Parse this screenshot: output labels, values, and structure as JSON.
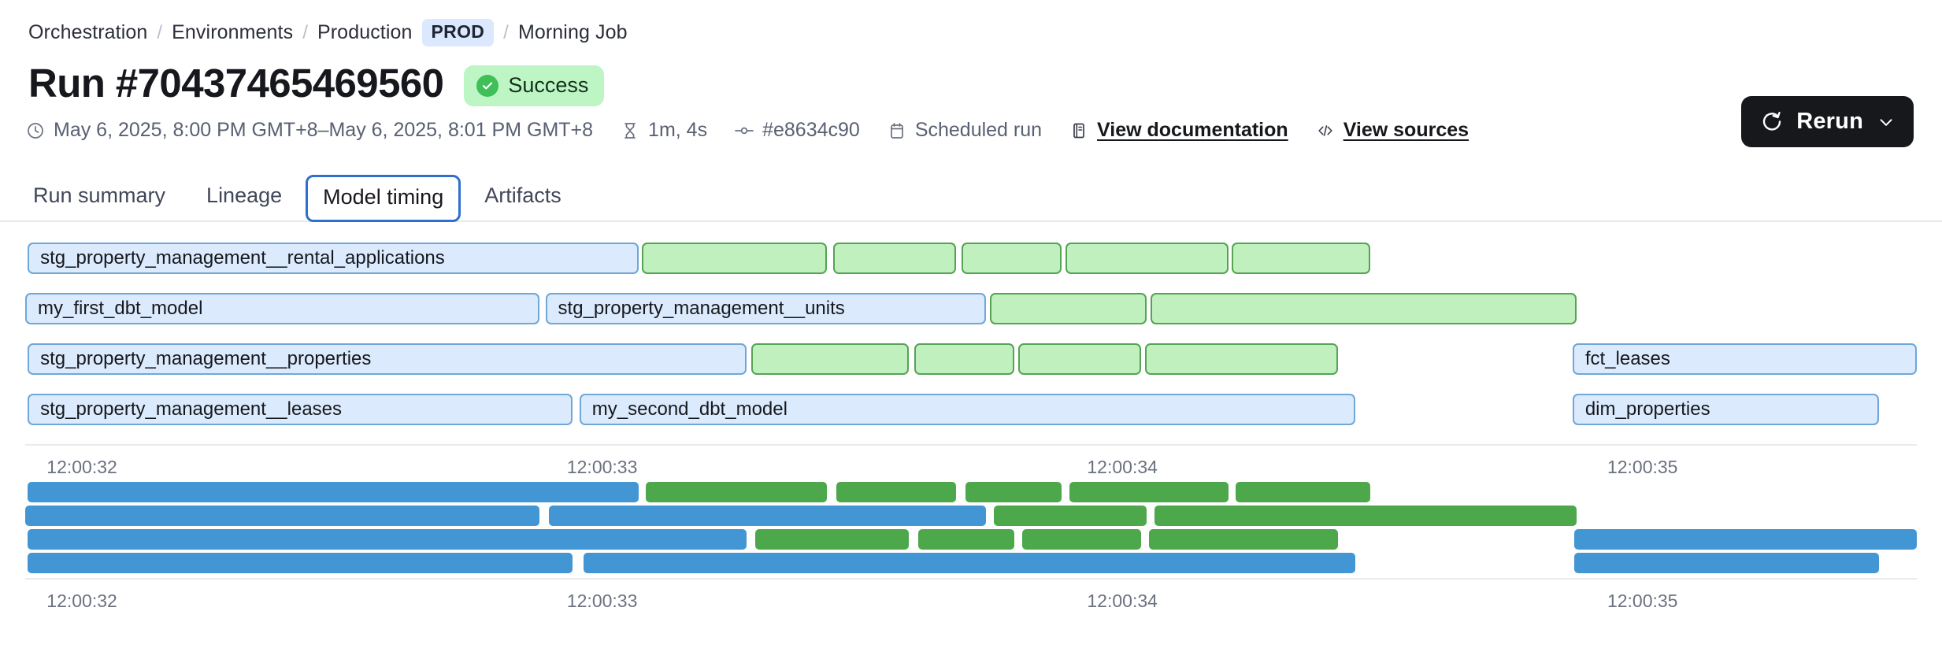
{
  "breadcrumb": {
    "items": [
      {
        "label": "Orchestration",
        "type": "link"
      },
      {
        "label": "Environments",
        "type": "link"
      },
      {
        "label": "Production",
        "type": "link"
      },
      {
        "label": "PROD",
        "type": "chip"
      },
      {
        "label": "Morning Job",
        "type": "text"
      }
    ],
    "separator": "/"
  },
  "header": {
    "title": "Run #70437465469560",
    "status": {
      "label": "Success",
      "color": "#bdf5c4",
      "icon": "check-circle-icon"
    },
    "rerun": {
      "label": "Rerun",
      "icon": "refresh-icon",
      "caret": "chevron-down-icon"
    }
  },
  "meta": {
    "timerange": "May 6, 2025, 8:00 PM GMT+8–May 6, 2025, 8:01 PM GMT+8",
    "duration": "1m, 4s",
    "commit": "#e8634c90",
    "trigger": "Scheduled run",
    "documentation_link": "View documentation",
    "sources_link": "View sources"
  },
  "tabs": [
    {
      "label": "Run summary",
      "active": false
    },
    {
      "label": "Lineage",
      "active": false
    },
    {
      "label": "Model timing",
      "active": true
    },
    {
      "label": "Artifacts",
      "active": false
    }
  ],
  "chart_data": [
    {
      "type": "bar",
      "name": "model-timing-outlined",
      "orientation": "horizontal-gantt",
      "title": "",
      "xlabel": "",
      "ylabel": "",
      "axis_ticks": [
        "12:00:32",
        "12:00:33",
        "12:00:34",
        "12:00:35"
      ],
      "axis_tick_pct": [
        3.0,
        30.5,
        58.0,
        85.5
      ],
      "colors": {
        "blue_fill": "#dbeafc",
        "blue_border": "#6ea7d8",
        "green_fill": "#bff0bd",
        "green_border": "#56a354"
      },
      "rows": [
        {
          "bars": [
            {
              "label": "stg_property_management__rental_applications",
              "start_pct": 0.13,
              "width_pct": 32.3,
              "style": "outline-blue"
            },
            {
              "label": "",
              "start_pct": 32.6,
              "width_pct": 9.8,
              "style": "outline-green"
            },
            {
              "label": "",
              "start_pct": 42.7,
              "width_pct": 6.5,
              "style": "outline-green"
            },
            {
              "label": "",
              "start_pct": 49.5,
              "width_pct": 5.3,
              "style": "outline-green"
            },
            {
              "label": "",
              "start_pct": 55.0,
              "width_pct": 8.6,
              "style": "outline-green"
            },
            {
              "label": "",
              "start_pct": 63.8,
              "width_pct": 7.3,
              "style": "outline-green"
            }
          ]
        },
        {
          "bars": [
            {
              "label": "my_first_dbt_model",
              "start_pct": 0.0,
              "width_pct": 27.2,
              "style": "outline-blue"
            },
            {
              "label": "stg_property_management__units",
              "start_pct": 27.5,
              "width_pct": 23.3,
              "style": "outline-blue"
            },
            {
              "label": "",
              "start_pct": 51.0,
              "width_pct": 8.3,
              "style": "outline-green"
            },
            {
              "label": "",
              "start_pct": 59.5,
              "width_pct": 22.5,
              "style": "outline-green"
            }
          ]
        },
        {
          "bars": [
            {
              "label": "stg_property_management__properties",
              "start_pct": 0.13,
              "width_pct": 38.0,
              "style": "outline-blue"
            },
            {
              "label": "",
              "start_pct": 38.4,
              "width_pct": 8.3,
              "style": "outline-green"
            },
            {
              "label": "",
              "start_pct": 47.0,
              "width_pct": 5.3,
              "style": "outline-green"
            },
            {
              "label": "",
              "start_pct": 52.5,
              "width_pct": 6.5,
              "style": "outline-green"
            },
            {
              "label": "",
              "start_pct": 59.2,
              "width_pct": 10.2,
              "style": "outline-green"
            },
            {
              "label": "fct_leases",
              "start_pct": 81.8,
              "width_pct": 18.2,
              "style": "outline-blue"
            }
          ]
        },
        {
          "bars": [
            {
              "label": "stg_property_management__leases",
              "start_pct": 0.13,
              "width_pct": 28.8,
              "style": "outline-blue"
            },
            {
              "label": "my_second_dbt_model",
              "start_pct": 29.3,
              "width_pct": 41.0,
              "style": "outline-blue"
            },
            {
              "label": "dim_properties",
              "start_pct": 81.8,
              "width_pct": 16.2,
              "style": "outline-blue"
            }
          ]
        }
      ]
    },
    {
      "type": "bar",
      "name": "model-timing-solid",
      "orientation": "horizontal-gantt",
      "title": "",
      "xlabel": "",
      "ylabel": "",
      "axis_ticks": [
        "12:00:32",
        "12:00:33",
        "12:00:34",
        "12:00:35"
      ],
      "axis_tick_pct": [
        3.0,
        30.5,
        58.0,
        85.5
      ],
      "colors": {
        "blue": "#4196d3",
        "green": "#4ca84b"
      },
      "rows": [
        {
          "bars": [
            {
              "start_pct": 0.13,
              "width_pct": 32.3,
              "style": "solid-blue"
            },
            {
              "start_pct": 32.8,
              "width_pct": 9.6,
              "style": "solid-green"
            },
            {
              "start_pct": 42.9,
              "width_pct": 6.3,
              "style": "solid-green"
            },
            {
              "start_pct": 49.7,
              "width_pct": 5.1,
              "style": "solid-green"
            },
            {
              "start_pct": 55.2,
              "width_pct": 8.4,
              "style": "solid-green"
            },
            {
              "start_pct": 64.0,
              "width_pct": 7.1,
              "style": "solid-green"
            }
          ]
        },
        {
          "bars": [
            {
              "start_pct": 0.0,
              "width_pct": 27.2,
              "style": "solid-blue"
            },
            {
              "start_pct": 27.7,
              "width_pct": 23.1,
              "style": "solid-blue"
            },
            {
              "start_pct": 51.2,
              "width_pct": 8.1,
              "style": "solid-green"
            },
            {
              "start_pct": 59.7,
              "width_pct": 22.3,
              "style": "solid-green"
            }
          ]
        },
        {
          "bars": [
            {
              "start_pct": 0.13,
              "width_pct": 38.0,
              "style": "solid-blue"
            },
            {
              "start_pct": 38.6,
              "width_pct": 8.1,
              "style": "solid-green"
            },
            {
              "start_pct": 47.2,
              "width_pct": 5.1,
              "style": "solid-green"
            },
            {
              "start_pct": 52.7,
              "width_pct": 6.3,
              "style": "solid-green"
            },
            {
              "start_pct": 59.4,
              "width_pct": 10.0,
              "style": "solid-green"
            },
            {
              "start_pct": 81.9,
              "width_pct": 18.1,
              "style": "solid-blue"
            }
          ]
        },
        {
          "bars": [
            {
              "start_pct": 0.13,
              "width_pct": 28.8,
              "style": "solid-blue"
            },
            {
              "start_pct": 29.5,
              "width_pct": 40.8,
              "style": "solid-blue"
            },
            {
              "start_pct": 81.9,
              "width_pct": 16.1,
              "style": "solid-blue"
            }
          ]
        }
      ]
    }
  ]
}
